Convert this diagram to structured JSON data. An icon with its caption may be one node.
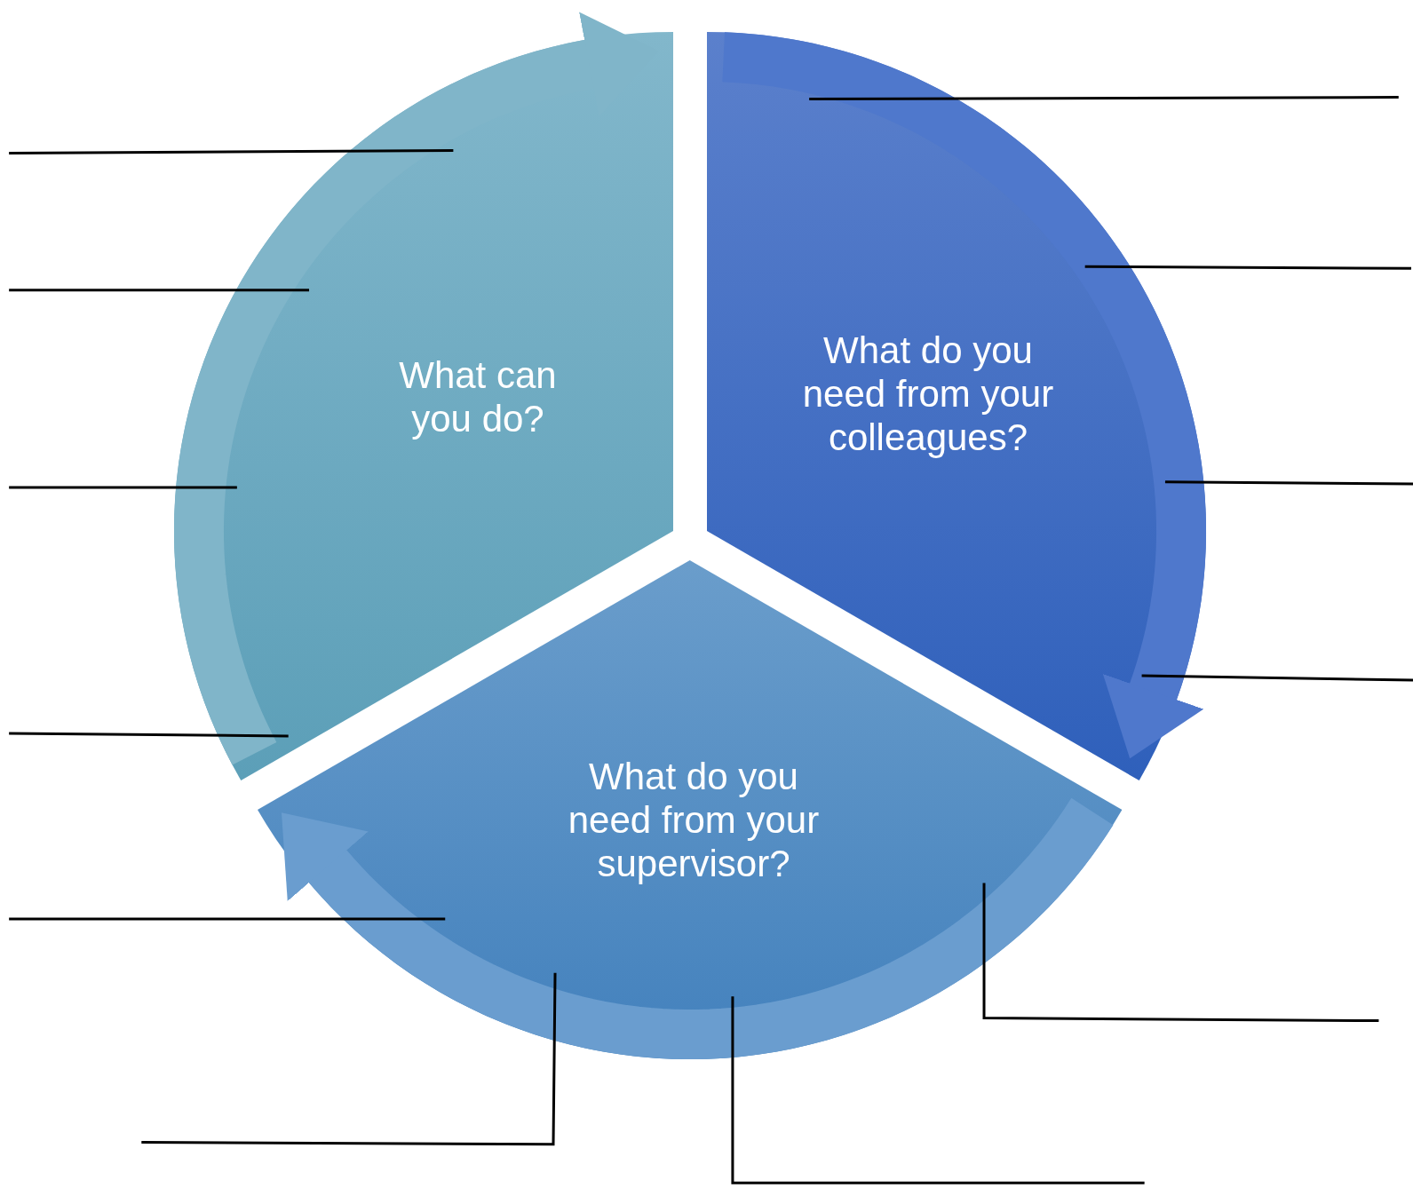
{
  "diagram": {
    "nodes": [
      {
        "text": [
          "What can you do?"
        ]
      },
      {
        "text": [
          "What do you need from your colleagues?"
        ]
      },
      {
        "text": [
          "What do you need from your supervisor?"
        ]
      }
    ],
    "edges": [
      {
        "from": 0,
        "to": 1,
        "arrow": "to",
        "style": "thick",
        "color": "#80b5c9"
      },
      {
        "from": 1,
        "to": 2,
        "arrow": "to",
        "style": "thick",
        "color": "#4f78cc"
      },
      {
        "from": 2,
        "to": 0,
        "arrow": "to",
        "style": "thick",
        "color": "#6a9dcf"
      },
      {
        "from": null,
        "to": 0,
        "arrow": "none"
      },
      {
        "from": null,
        "to": 0,
        "arrow": "none"
      },
      {
        "from": null,
        "to": 0,
        "arrow": "none"
      },
      {
        "from": null,
        "to": 0,
        "arrow": "none"
      },
      {
        "from": null,
        "to": 1,
        "arrow": "none"
      },
      {
        "from": null,
        "to": 1,
        "arrow": "none"
      },
      {
        "from": null,
        "to": 1,
        "arrow": "none"
      },
      {
        "from": null,
        "to": 1,
        "arrow": "none"
      },
      {
        "from": null,
        "to": 2,
        "arrow": "none"
      },
      {
        "from": null,
        "to": 2,
        "arrow": "none"
      },
      {
        "from": null,
        "to": 2,
        "arrow": "none"
      },
      {
        "from": null,
        "to": 2,
        "arrow": "none"
      }
    ]
  }
}
